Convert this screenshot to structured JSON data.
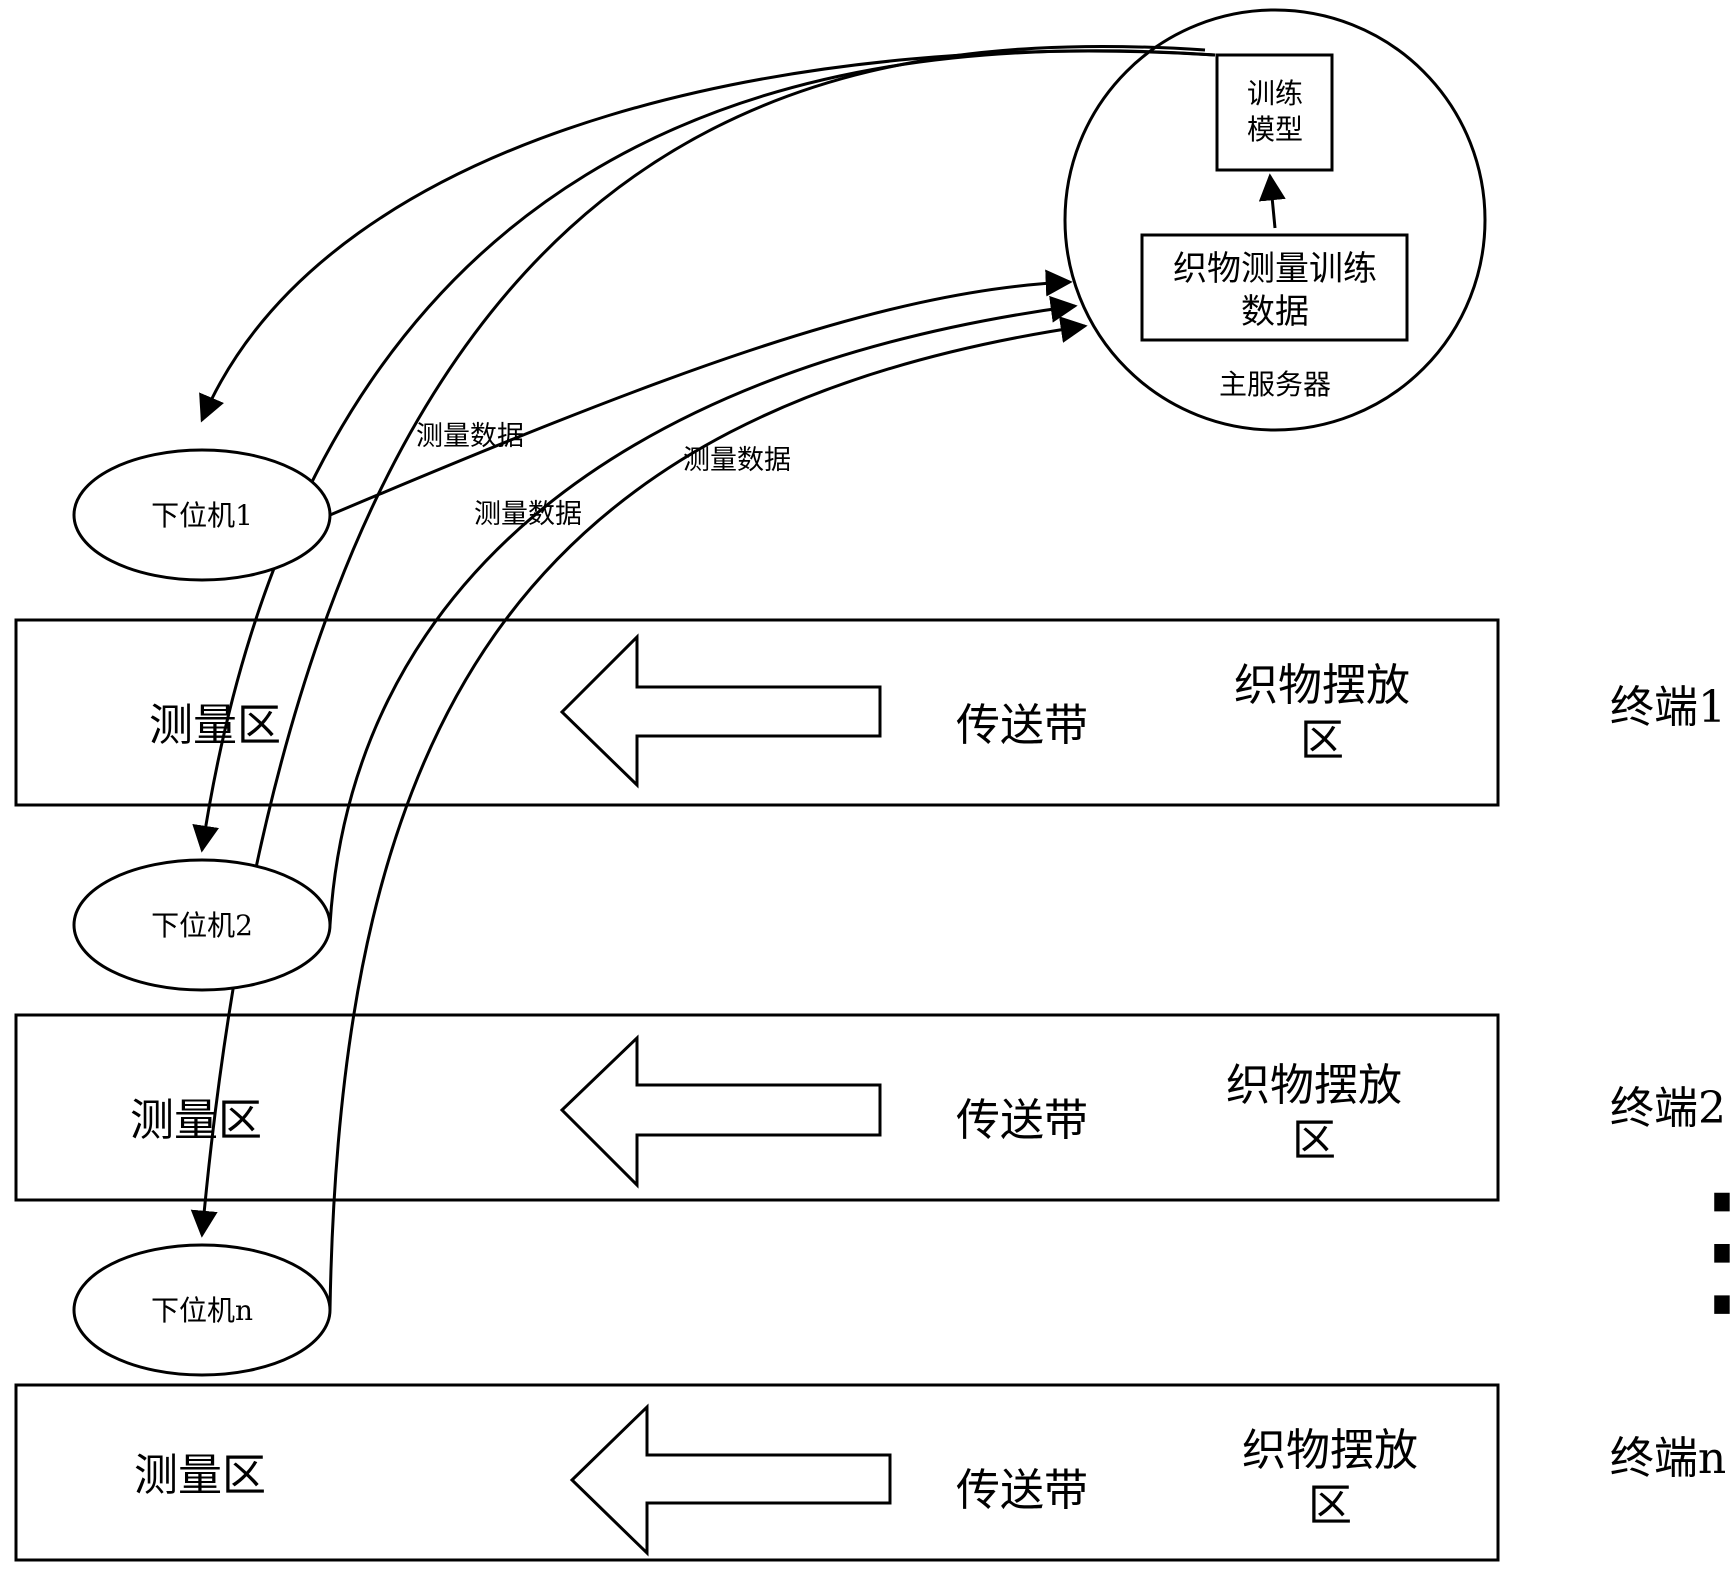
{
  "server": {
    "label": "主服务器",
    "model_box_lines": [
      "训练",
      "模型"
    ],
    "training_data_lines": [
      "织物测量训练",
      "数据"
    ]
  },
  "edge_labels": [
    "测量数据",
    "测量数据",
    "测量数据"
  ],
  "lower_machines": [
    "下位机1",
    "下位机2",
    "下位机n"
  ],
  "terminals": [
    {
      "name": "终端1",
      "measure_zone": "测量区",
      "conveyor": "传送带",
      "placement_lines": [
        "织物摆放",
        "区"
      ]
    },
    {
      "name": "终端2",
      "measure_zone": "测量区",
      "conveyor": "传送带",
      "placement_lines": [
        "织物摆放",
        "区"
      ]
    },
    {
      "name": "终端n",
      "measure_zone": "测量区",
      "conveyor": "传送带",
      "placement_lines": [
        "织物摆放",
        "区"
      ]
    }
  ],
  "ellipsis": "⋮"
}
